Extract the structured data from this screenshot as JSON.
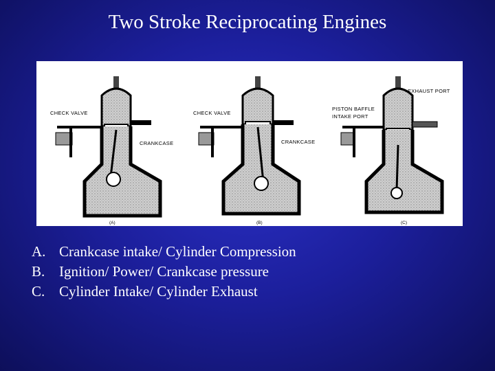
{
  "title": "Two Stroke Reciprocating Engines",
  "figure": {
    "panels": [
      {
        "sub": "(A)",
        "labels": [
          "CHECK VALVE",
          "CRANKCASE"
        ]
      },
      {
        "sub": "(B)",
        "labels": [
          "CHECK VALVE",
          "CRANKCASE"
        ]
      },
      {
        "sub": "(C)",
        "labels": [
          "EXHAUST PORT",
          "PISTON BAFFLE",
          "INTAKE PORT"
        ]
      }
    ]
  },
  "captions": [
    {
      "letter": "A.",
      "text": "Crankcase intake/ Cylinder Compression"
    },
    {
      "letter": "B.",
      "text": "Ignition/ Power/ Crankcase pressure"
    },
    {
      "letter": "C.",
      "text": "Cylinder Intake/ Cylinder Exhaust"
    }
  ],
  "colors": {
    "background": "#1c1f9c",
    "text": "#ffffff",
    "figure_bg": "#ffffff"
  }
}
